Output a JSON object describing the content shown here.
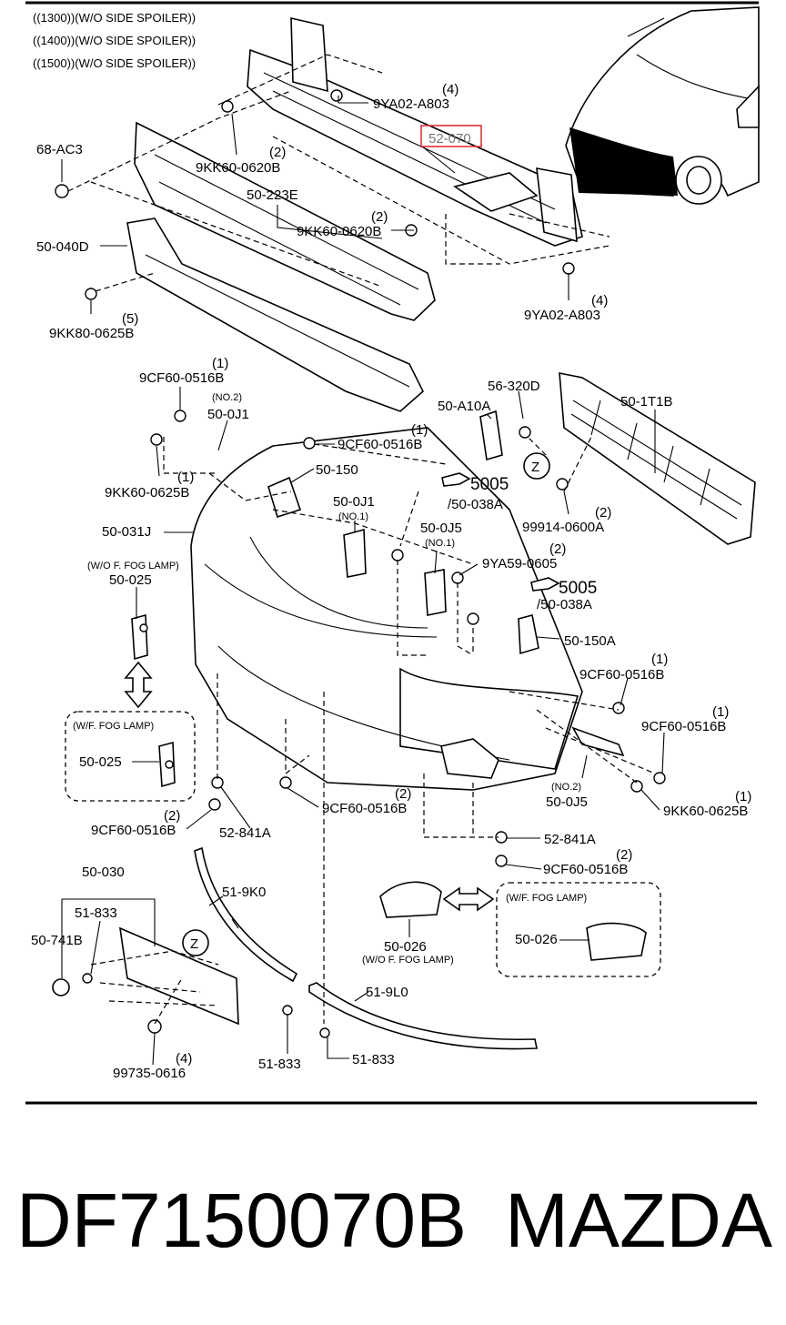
{
  "header": {
    "notes": [
      "((1300))(W/O SIDE SPOILER))",
      "((1400))(W/O SIDE SPOILER))",
      "((1500))(W/O SIDE SPOILER))"
    ]
  },
  "highlight": {
    "part": "52-070",
    "color": "#e0303a"
  },
  "labels": {
    "l_9ya02_top": "9YA02-A803",
    "q_9ya02_top": "(4)",
    "l_52070": "52-070",
    "l_68ac3": "68-AC3",
    "l_9kk60_a": "9KK60-0620B",
    "q_9kk60_a": "(2)",
    "l_50223e": "50-223E",
    "l_9kk60_b": "9KK60-0620B",
    "q_9kk60_b": "(2)",
    "l_50040d": "50-040D",
    "l_9kk80": "9KK80-0625B",
    "q_9kk80": "(5)",
    "l_9ya02_r": "9YA02-A803",
    "q_9ya02_r": "(4)",
    "l_9cf60_1": "9CF60-0516B",
    "q_9cf60_1": "(1)",
    "no2_a": "(NO.2)",
    "l_500j1_a": "50-0J1",
    "l_9cf60_2": "9CF60-0516B",
    "q_9cf60_2": "(1)",
    "l_9kk60_c": "9KK60-0625B",
    "q_9kk60_c": "(1)",
    "l_50150": "50-150",
    "l_50a10a": "50-A10A",
    "l_56320d": "56-320D",
    "l_501t1b": "50-1T1B",
    "l_5005_a": "5005",
    "l_50038a_a": "/50-038A",
    "l_500j1_b": "50-0J1",
    "no1_a": "(NO.1)",
    "l_500j5_a": "50-0J5",
    "no1_b": "(NO.1)",
    "l_99914": "99914-0600A",
    "q_99914": "(2)",
    "l_9ya59": "9YA59-0605",
    "q_9ya59": "(2)",
    "l_50031j": "50-031J",
    "wo_fog": "(W/O F. FOG LAMP)",
    "l_50025_a": "50-025",
    "l_5005_b": "5005",
    "l_50038a_b": "/50-038A",
    "l_50150a": "50-150A",
    "l_9cf60_3": "9CF60-0516B",
    "q_9cf60_3": "(1)",
    "l_9cf60_4": "9CF60-0516B",
    "q_9cf60_4": "(1)",
    "w_fog_a": "(W/F. FOG LAMP)",
    "l_50025_b": "50-025",
    "no2_b": "(NO.2)",
    "l_500j5_b": "50-0J5",
    "l_9kk60_d": "9KK60-0625B",
    "q_9kk60_d": "(1)",
    "l_9cf60_5": "9CF60-0516B",
    "q_9cf60_5": "(2)",
    "l_9cf60_6": "9CF60-0516B",
    "q_9cf60_6": "(2)",
    "l_52841a_a": "52-841A",
    "l_52841a_b": "52-841A",
    "l_9cf60_7": "9CF60-0516B",
    "q_9cf60_7": "(2)",
    "l_50030": "50-030",
    "l_51833_a": "51-833",
    "l_50741b": "50-741B",
    "l_519k0": "51-9K0",
    "l_50026_a": "50-026",
    "wo_fog_b": "(W/O F. FOG LAMP)",
    "w_fog_b": "(W/F. FOG LAMP)",
    "l_50026_b": "50-026",
    "l_519l0": "51-9L0",
    "l_51833_b": "51-833",
    "l_51833_c": "51-833",
    "l_99735": "99735-0616",
    "q_99735": "(4)",
    "z_a": "Z",
    "z_b": "Z"
  },
  "footer": {
    "part_number": "DF7150070B",
    "brand": "MAZDA"
  }
}
